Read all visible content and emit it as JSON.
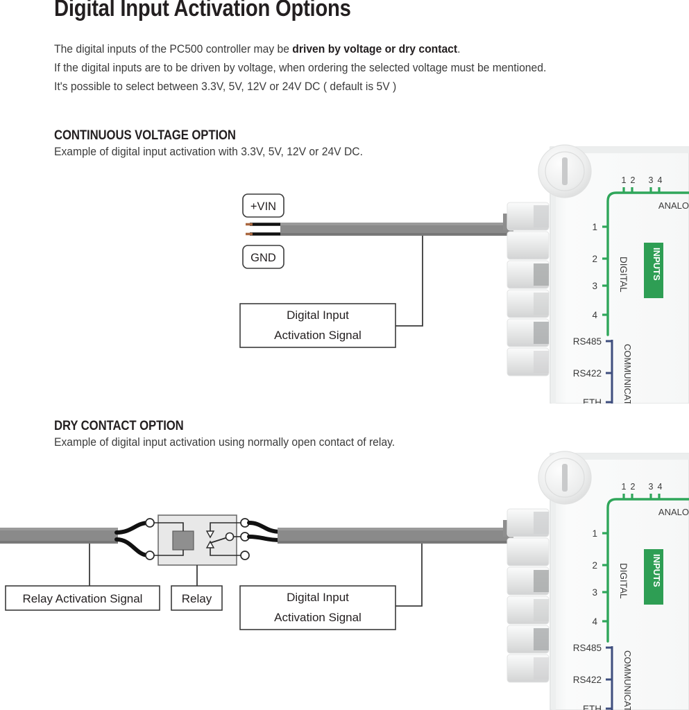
{
  "page": {
    "title": "Digital Input Activation Options",
    "intro_lines": [
      {
        "pre": "The digital inputs of the PC500 controller may be ",
        "bold": "driven by voltage or dry contact",
        "post": "."
      },
      {
        "pre": "If the digital inputs are to be driven by voltage, when ordering the selected voltage must be mentioned.",
        "bold": "",
        "post": ""
      },
      {
        "pre": "It's possible to select between  3.3V, 5V, 12V or 24V DC ( default is 5V )",
        "bold": "",
        "post": ""
      }
    ]
  },
  "sections": [
    {
      "heading": "CONTINUOUS VOLTAGE OPTION",
      "subheading": "Example of digital input activation with 3.3V, 5V, 12V or 24V DC.",
      "labels": {
        "vin": "+VIN",
        "gnd": "GND",
        "signal_line1": "Digital Input",
        "signal_line2": "Activation Signal"
      }
    },
    {
      "heading": "DRY CONTACT OPTION",
      "subheading": "Example of digital input activation using normally open contact of relay.",
      "labels": {
        "relay_signal": "Relay Activation Signal",
        "relay": "Relay",
        "signal_line1": "Digital Input",
        "signal_line2": "Activation Signal"
      }
    }
  ],
  "device_panel": {
    "analog_label": "ANALO",
    "digital_label": "DIGITAL",
    "inputs_badge": "INPUTS",
    "communication_label": "COMMUNICATIO",
    "analog_ticks": [
      "1",
      "2",
      "3",
      "4"
    ],
    "digital_ticks": [
      "1",
      "2",
      "3",
      "4"
    ],
    "comm_ticks": [
      "RS485",
      "RS422",
      "ETH"
    ]
  },
  "colors": {
    "green": "#2e9e54",
    "green_line": "#2fa65a",
    "blue": "#3e4e7e",
    "cable_grey": "#8a8a8a",
    "wire_black": "#111111",
    "wire_copper": "#a9673f",
    "box_stroke": "#3a3a3a",
    "relay_body": "#e8e8e8",
    "relay_coil": "#8f8f8f",
    "device_body": "#f7f8f8",
    "text": "#231f20"
  }
}
